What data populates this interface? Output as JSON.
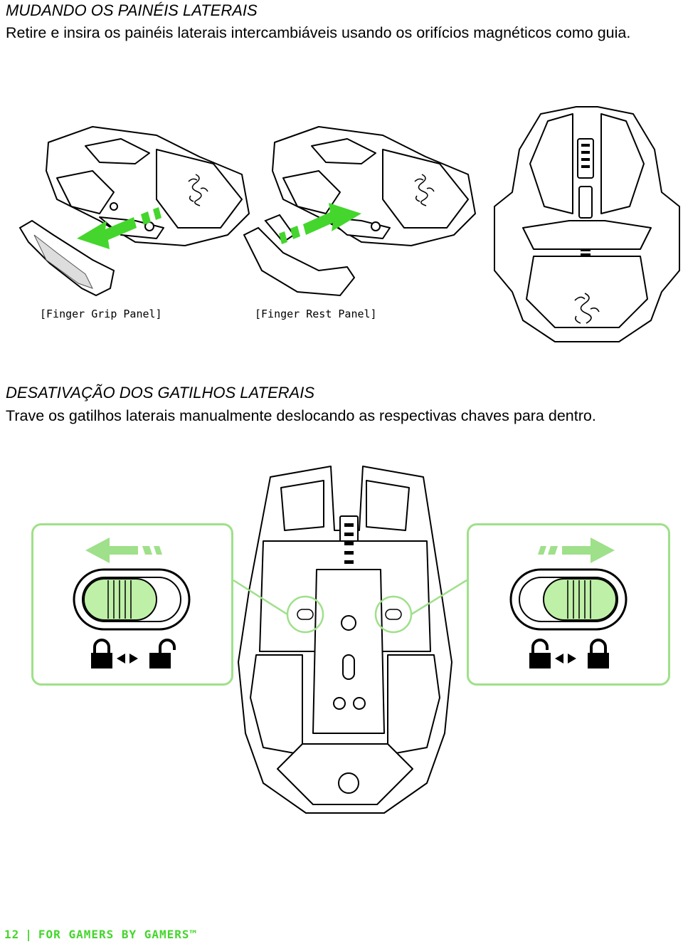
{
  "section1": {
    "heading": "MUDANDO OS PAINÉIS LATERAIS",
    "body": "Retire e insira os painéis laterais intercambiáveis usando os orifícios magnéticos como guia."
  },
  "figure1": {
    "caption_left": "[Finger Grip Panel]",
    "caption_right": "[Finger Rest Panel]"
  },
  "section2": {
    "heading": "DESATIVAÇÃO DOS GATILHOS LATERAIS",
    "body": "Trave os gatilhos laterais manualmente deslocando as respectivas chaves para dentro."
  },
  "colors": {
    "accent": "#44d62c",
    "switch_fill": "#bff0a8",
    "panel_border": "#9fe08a"
  },
  "icons": [
    "lock-icon",
    "unlock-icon",
    "arrow-left-icon",
    "arrow-right-icon",
    "razer-logo-icon"
  ],
  "footer": {
    "page_number": "12",
    "tagline": "FOR GAMERS BY GAMERS™"
  }
}
